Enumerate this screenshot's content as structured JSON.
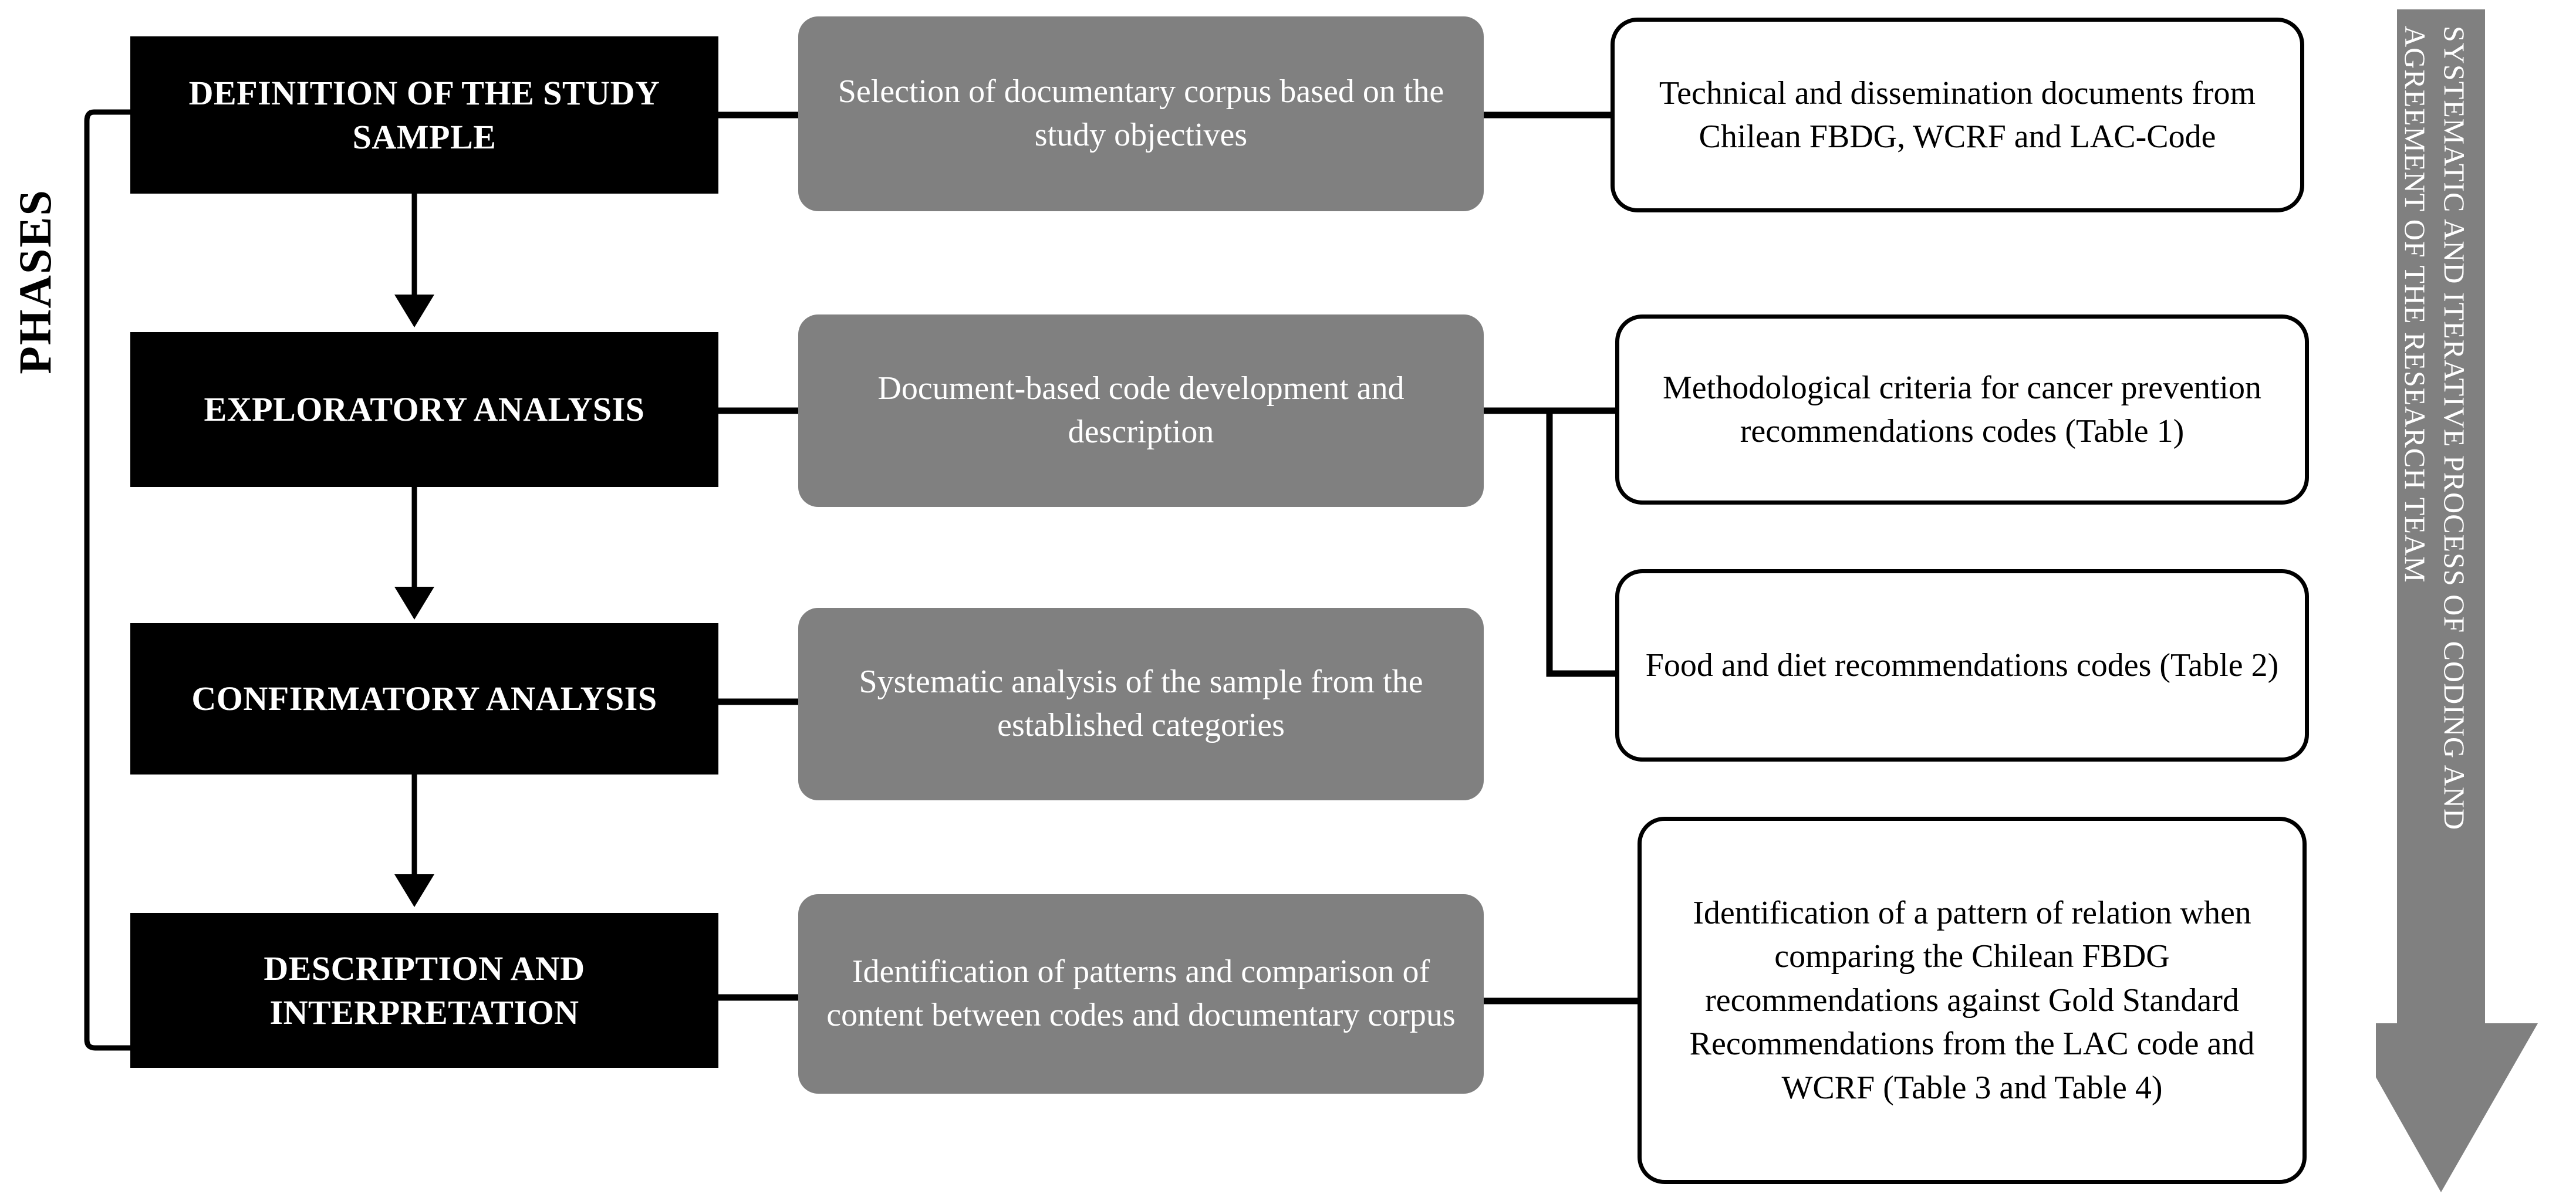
{
  "diagram": {
    "title": "Methodological phases flow diagram",
    "colors": {
      "phase_box_fill": "#000000",
      "phase_box_text": "#ffffff",
      "process_box_fill": "#808080",
      "process_box_text": "#ffffff",
      "output_box_fill": "#ffffff",
      "output_box_border": "#000000",
      "output_box_text": "#000000",
      "connector": "#000000",
      "side_arrow_fill": "#808080",
      "side_arrow_text": "#ffffff",
      "background": "#ffffff"
    },
    "side_label": {
      "text": "PHASES"
    },
    "side_arrow": {
      "text": "SYSTEMATIC AND ITERATIVE PROCESS OF CODING AND AGREEMENT OF THE RESEARCH TEAM",
      "direction": "down"
    },
    "rows": [
      {
        "id": "row-1",
        "phase": "DEFINITION OF THE STUDY SAMPLE",
        "process": "Selection of documentary corpus based on the study objectives",
        "outputs": [
          "Technical and dissemination documents from Chilean FBDG, WCRF and LAC-Code"
        ]
      },
      {
        "id": "row-2",
        "phase": "EXPLORATORY ANALYSIS",
        "process": "Document-based code development and description",
        "outputs": [
          "Methodological criteria for cancer prevention recommendations codes (Table 1)",
          "Food and diet recommendations codes (Table 2)"
        ]
      },
      {
        "id": "row-3",
        "phase": "CONFIRMATORY ANALYSIS",
        "process": "Systematic analysis of the sample from the established categories",
        "outputs": []
      },
      {
        "id": "row-4",
        "phase": "DESCRIPTION AND INTERPRETATION",
        "process": "Identification of patterns and comparison of content between codes and documentary corpus",
        "outputs": [
          "Identification of a pattern of relation when comparing the Chilean FBDG recommendations against Gold Standard Recommendations from the LAC code and WCRF (Table 3 and Table 4)"
        ]
      }
    ],
    "boxes": {
      "phase_1": "DEFINITION OF THE STUDY SAMPLE",
      "phase_2": "EXPLORATORY ANALYSIS",
      "phase_3": "CONFIRMATORY ANALYSIS",
      "phase_4": "DESCRIPTION AND INTERPRETATION",
      "process_1": "Selection of documentary corpus based on the study objectives",
      "process_2": "Document-based code development and description",
      "process_3": "Systematic analysis of the sample from the established categories",
      "process_4": "Identification of patterns and comparison of content between codes and documentary corpus",
      "output_1": "Technical and dissemination documents from Chilean FBDG, WCRF and LAC-Code",
      "output_2": "Methodological criteria for cancer prevention recommendations codes (Table 1)",
      "output_3": "Food and diet recommendations codes (Table 2)",
      "output_4": "Identification of a pattern of relation when comparing the Chilean FBDG recommendations against Gold Standard Recommendations from the LAC code and WCRF (Table 3 and Table 4)"
    }
  }
}
